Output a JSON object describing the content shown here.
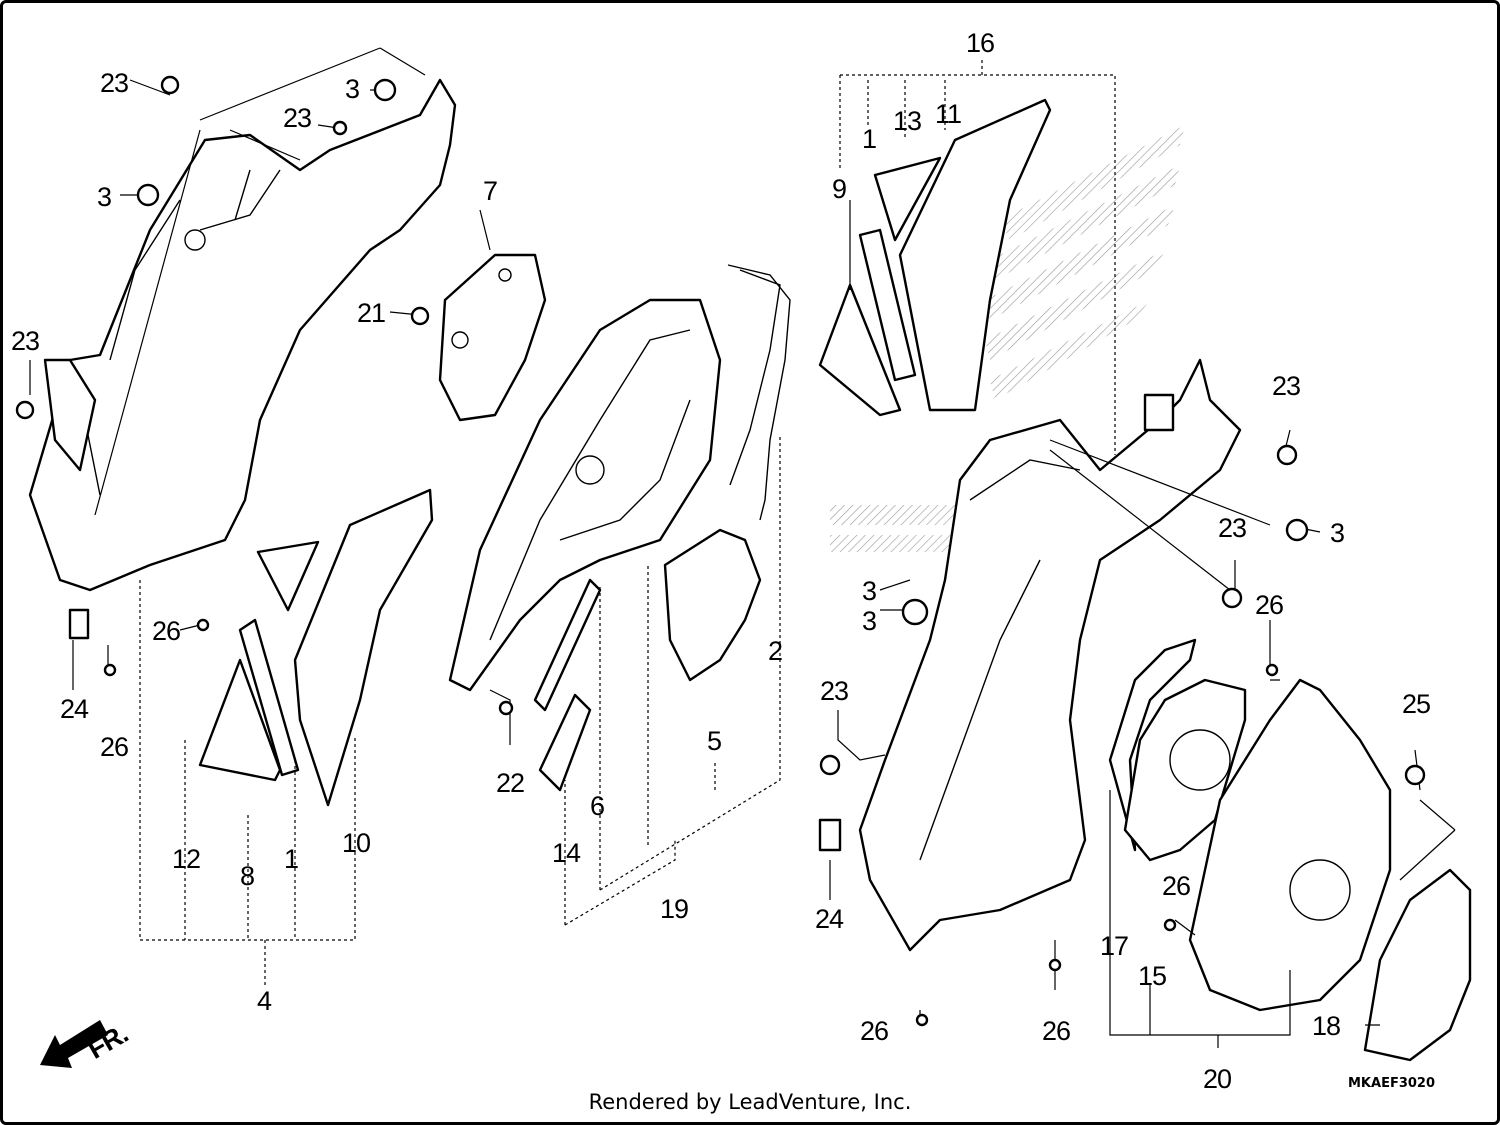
{
  "diagram": {
    "callouts": [
      "1",
      "1",
      "2",
      "3",
      "3",
      "3",
      "3",
      "3",
      "4",
      "5",
      "6",
      "7",
      "8",
      "9",
      "10",
      "11",
      "12",
      "13",
      "14",
      "15",
      "16",
      "17",
      "18",
      "19",
      "20",
      "21",
      "22",
      "23",
      "23",
      "23",
      "23",
      "23",
      "23",
      "24",
      "24",
      "25",
      "26",
      "26",
      "26",
      "26",
      "26",
      "26"
    ],
    "direction_label": "FR.",
    "drawing_code": "MKAEF3020"
  },
  "footer": {
    "credit": "Rendered by LeadVenture, Inc."
  }
}
